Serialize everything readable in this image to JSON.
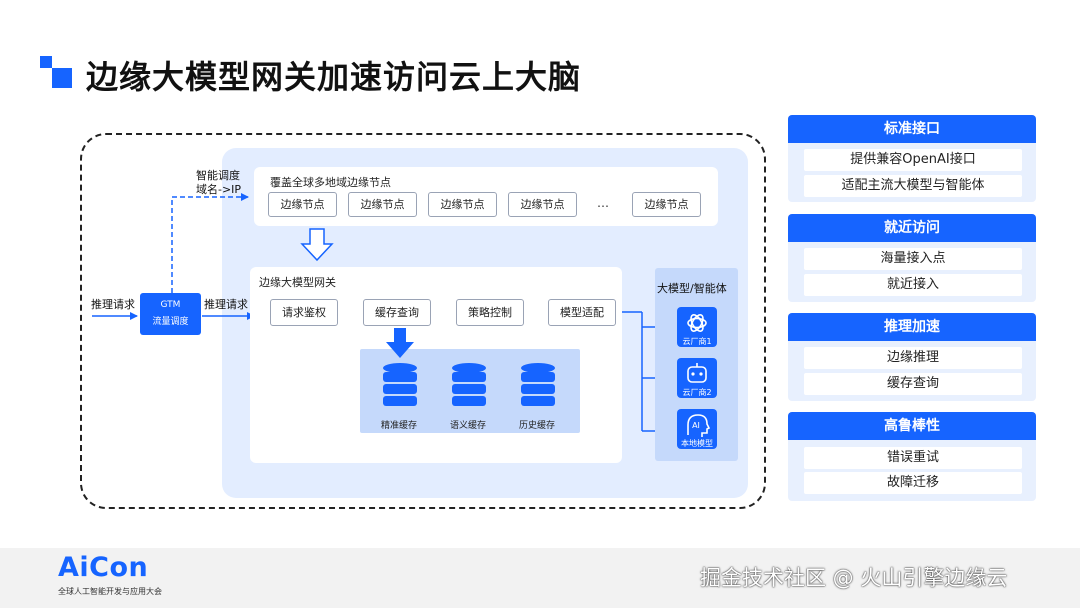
{
  "title": "边缘大模型网关加速访问云上大脑",
  "colors": {
    "accent": "#1664ff",
    "panel_bg": "#e3edff",
    "light_block": "#c5d9fb"
  },
  "diagram": {
    "left": {
      "request_in": "推理请求",
      "gtm_line1": "GTM",
      "gtm_line2": "流量调度",
      "request_out": "推理请求",
      "dispatch_line1": "智能调度",
      "dispatch_line2": "域名->IP"
    },
    "edge": {
      "title": "覆盖全球多地域边缘节点",
      "nodes": [
        "边缘节点",
        "边缘节点",
        "边缘节点",
        "边缘节点",
        "边缘节点"
      ],
      "ellipsis": "…"
    },
    "gateway": {
      "title": "边缘大模型网关",
      "steps": [
        "请求鉴权",
        "缓存查询",
        "策略控制",
        "模型适配"
      ],
      "caches": [
        "精准缓存",
        "语义缓存",
        "历史缓存"
      ]
    },
    "models": {
      "title": "大模型/智能体",
      "items": [
        {
          "label": "云厂商1",
          "icon": "openai-icon"
        },
        {
          "label": "云厂商2",
          "icon": "robot-icon"
        },
        {
          "label": "本地模型",
          "icon": "ai-head-icon",
          "glyph": "AI"
        }
      ]
    }
  },
  "features": [
    {
      "title": "标准接口",
      "items": [
        "提供兼容OpenAI接口",
        "适配主流大模型与智能体"
      ]
    },
    {
      "title": "就近访问",
      "items": [
        "海量接入点",
        "就近接入"
      ]
    },
    {
      "title": "推理加速",
      "items": [
        "边缘推理",
        "缓存查询"
      ]
    },
    {
      "title": "高鲁棒性",
      "items": [
        "错误重试",
        "故障迁移"
      ]
    }
  ],
  "footer": {
    "logo": "AiCon",
    "subtitle": "全球人工智能开发与应用大会",
    "watermark": "掘金技术社区 @ 火山引擎边缘云"
  }
}
